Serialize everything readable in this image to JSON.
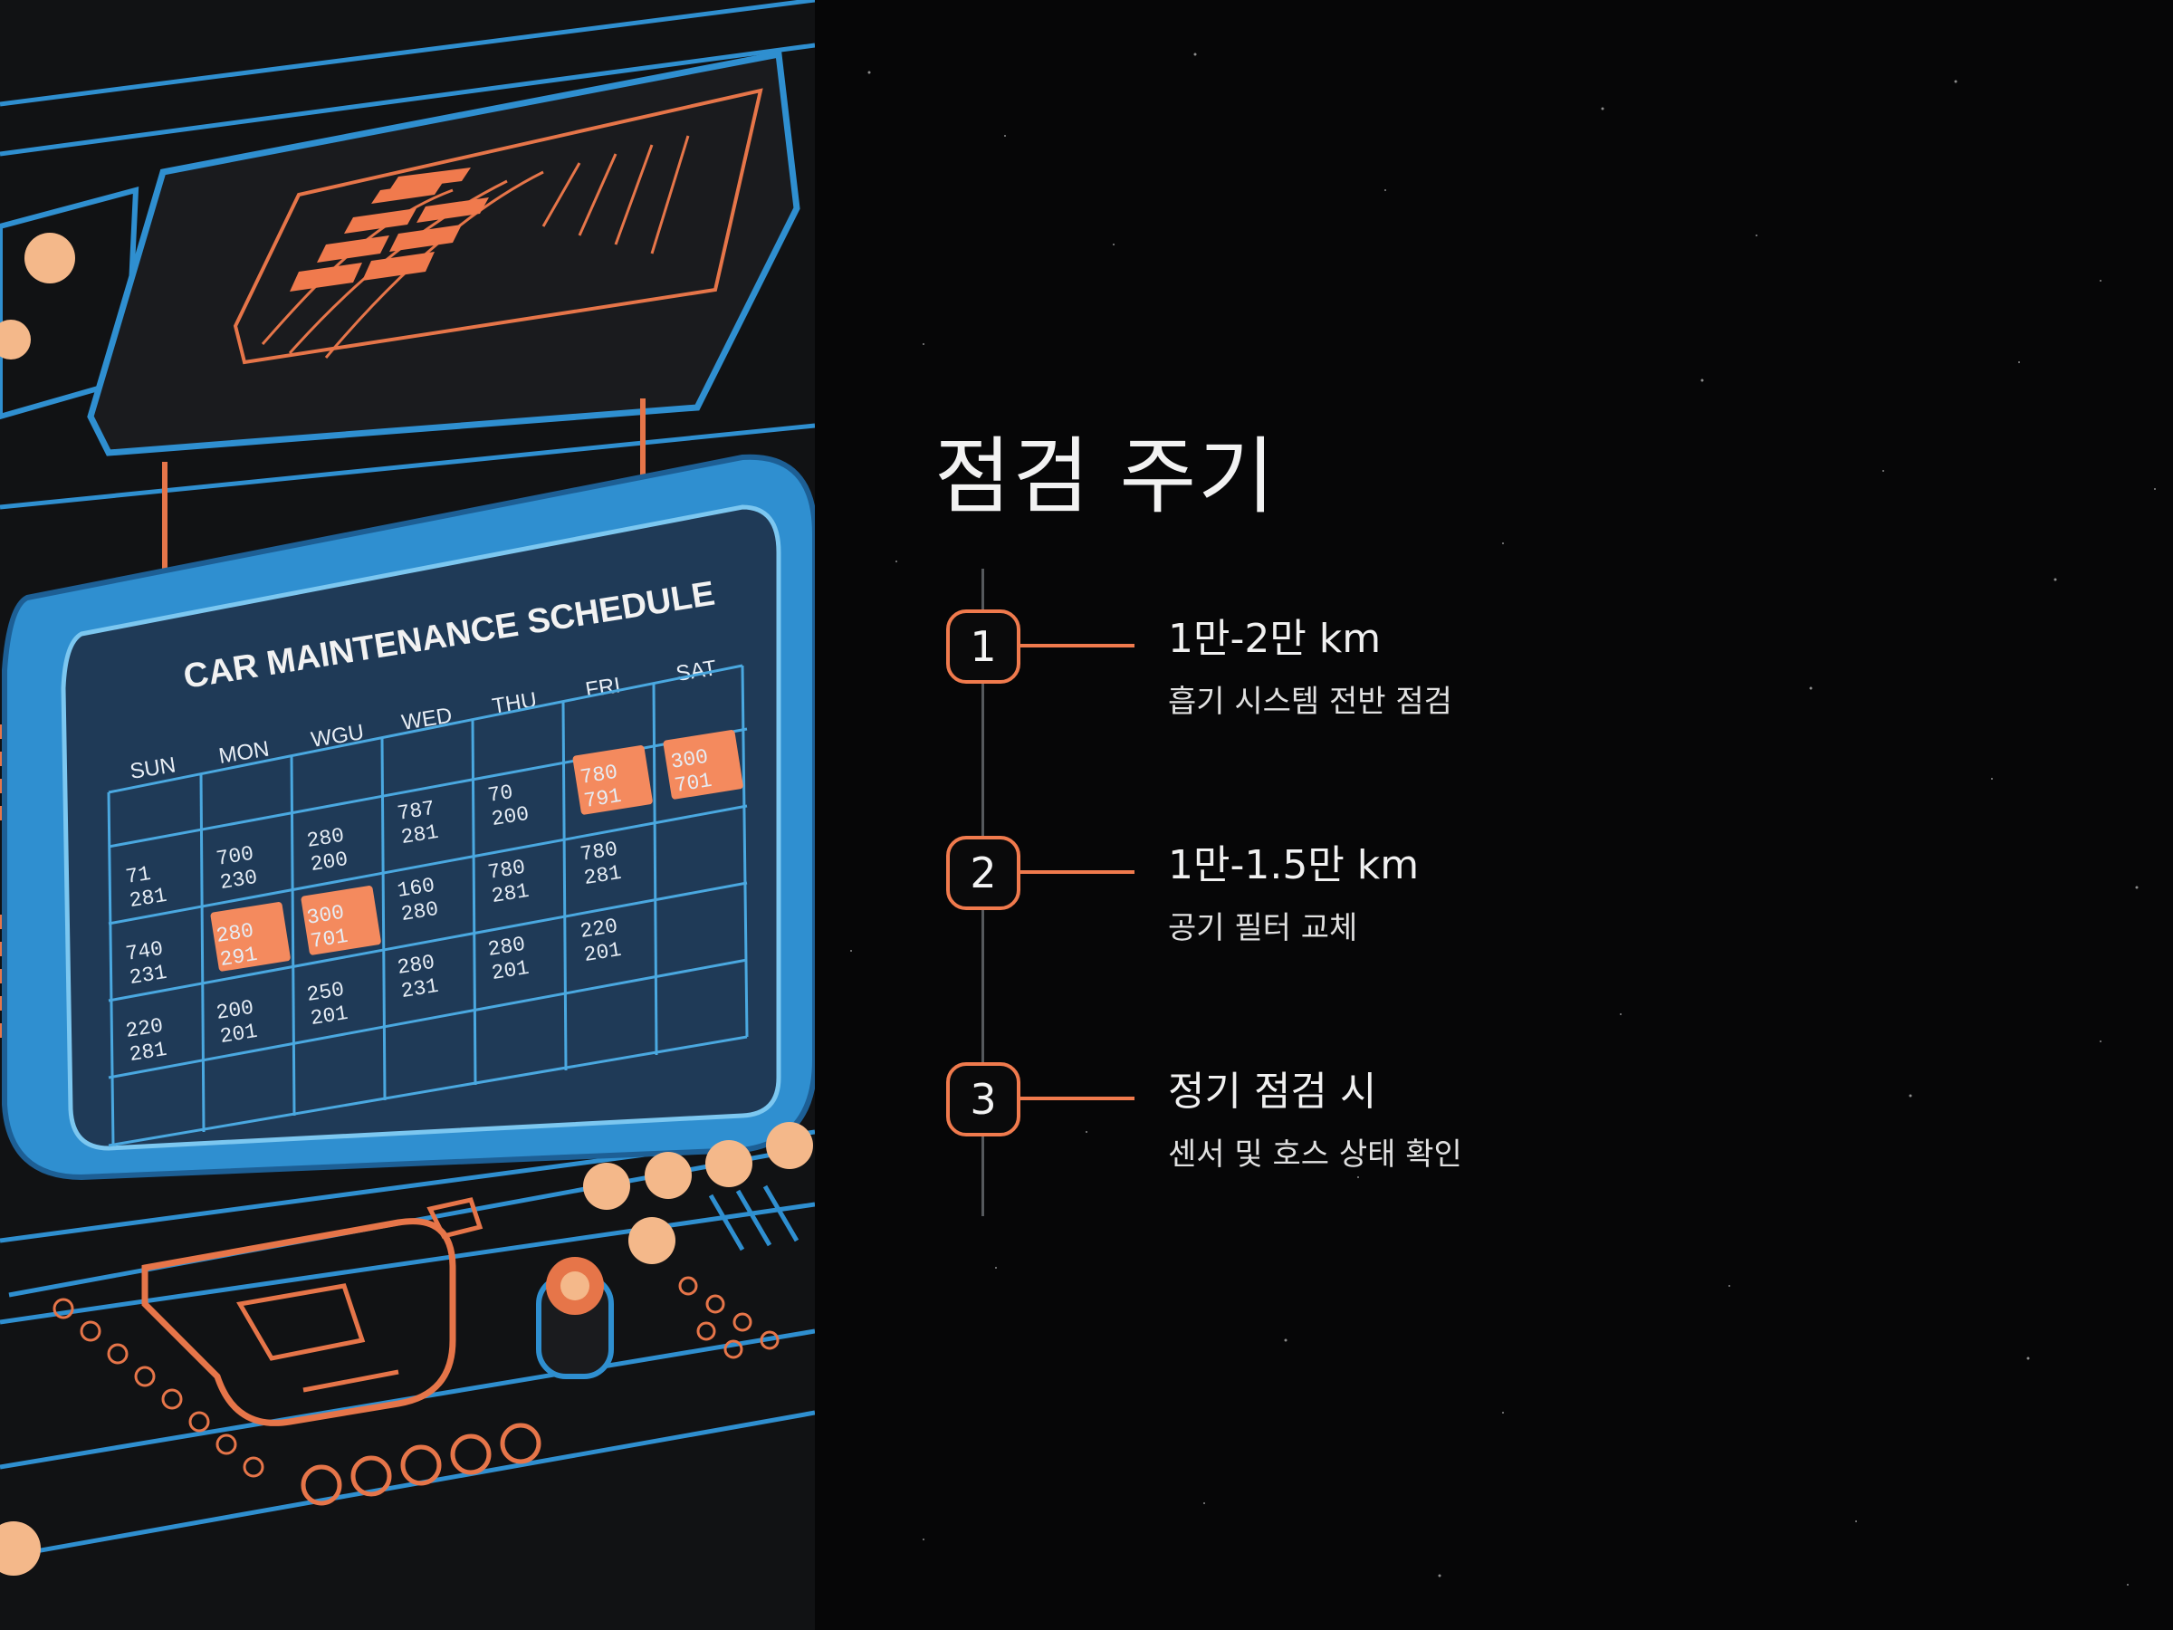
{
  "slide": {
    "title": "점검 주기",
    "steps": [
      {
        "number": "1",
        "title": "1만-2만 km",
        "description": "흡기 시스템 전반 점검"
      },
      {
        "number": "2",
        "title": "1만-1.5만 km",
        "description": "공기 필터 교체"
      },
      {
        "number": "3",
        "title": "정기 점검 시",
        "description": "센서 및 호스 상태 확인"
      }
    ]
  },
  "illustration": {
    "board_title": "CAR MAINTENANCE SCHEDULE",
    "days": [
      "SUN",
      "MON",
      "WGU",
      "WED",
      "THU",
      "FRI",
      "SAT"
    ],
    "cells": {
      "r0c3": "787\n281",
      "r0c4": "70\n200",
      "r0c5": "780\n791",
      "r0c6": "300\n701",
      "r1c0": "71\n281",
      "r1c1": "700\n230",
      "r1c2": "280\n200",
      "r1c3": "160\n280",
      "r1c4": "780\n281",
      "r1c5": "780\n281",
      "r2c0": "740\n231",
      "r2c1": "280\n291",
      "r2c2": "300\n701",
      "r2c3": "280\n231",
      "r2c4": "280\n201",
      "r2c5": "220\n201",
      "r3c0": "220\n281",
      "r3c1": "200\n201",
      "r3c2": "250\n201"
    }
  },
  "colors": {
    "accent_orange": "#f07a4d",
    "accent_blue": "#2f8fd0",
    "board_bg": "#1f3a57",
    "background": "#060607"
  },
  "icons": {
    "step_badge": "rounded-square-number-badge"
  }
}
